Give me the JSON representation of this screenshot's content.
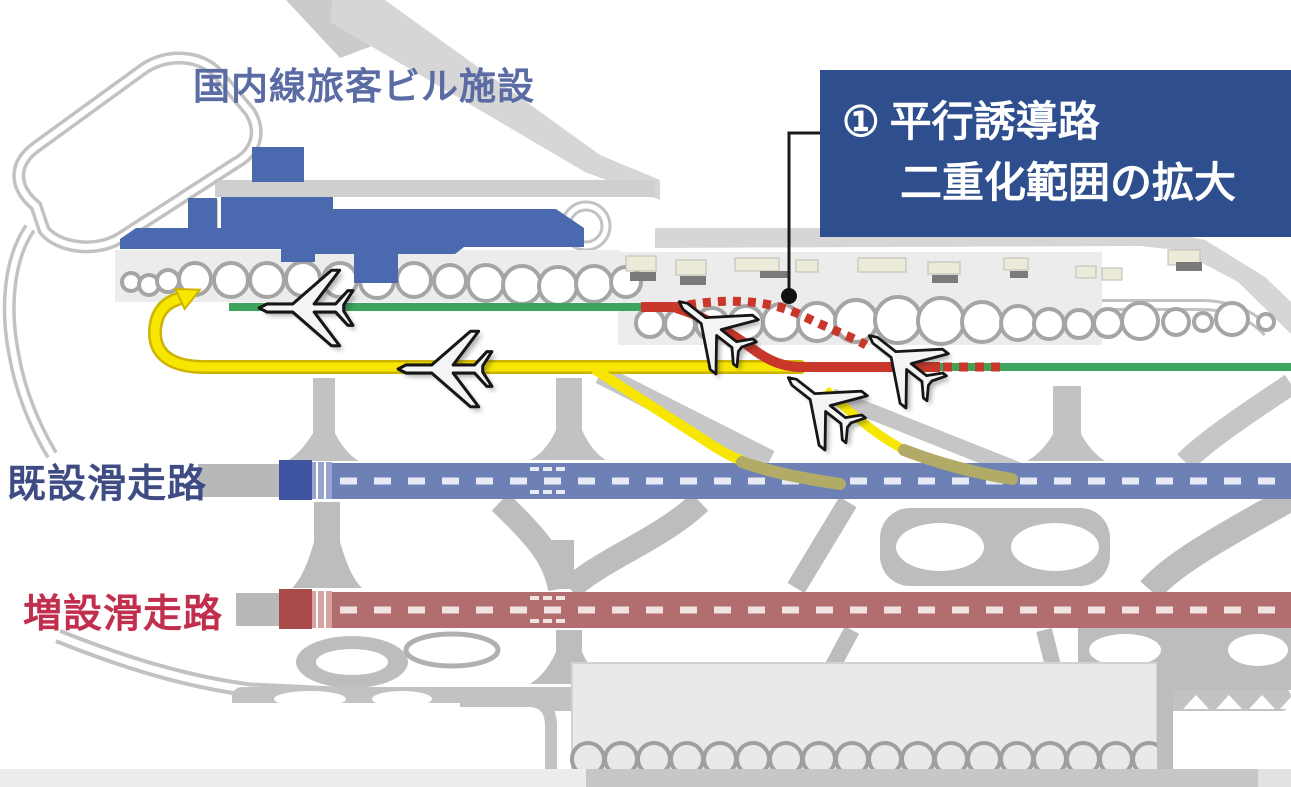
{
  "map_title": {
    "terminal_facility_label": "国内線旅客ビル施設"
  },
  "callout_1": {
    "number": "①",
    "line1": "平行誘導路",
    "line2": "二重化範囲の拡大"
  },
  "labels": {
    "existing_runway": "既設滑走路",
    "added_runway": "増設滑走路"
  },
  "icons": {
    "airplane_count": 5,
    "airplane_icon": "airplane-icon",
    "arrow_icon": "yellow-route-arrowhead"
  },
  "colors": {
    "callout_bg": "#2e4e8e",
    "callout_text": "#ffffff",
    "terminal_label_color": "#5b6ba4",
    "existing_label_color": "#3e4c83",
    "added_label_color": "#c22f4e",
    "taxiway_green": "#3ca45b",
    "route_yellow": "#f6e600",
    "route_yellow_edge": "#cdb400",
    "expansion_red": "#c9362a",
    "terminal_blue": "#4a69ae",
    "existing_band": "#6e81b6",
    "added_band": "#b26e6e",
    "olive": "#b2ab67"
  }
}
